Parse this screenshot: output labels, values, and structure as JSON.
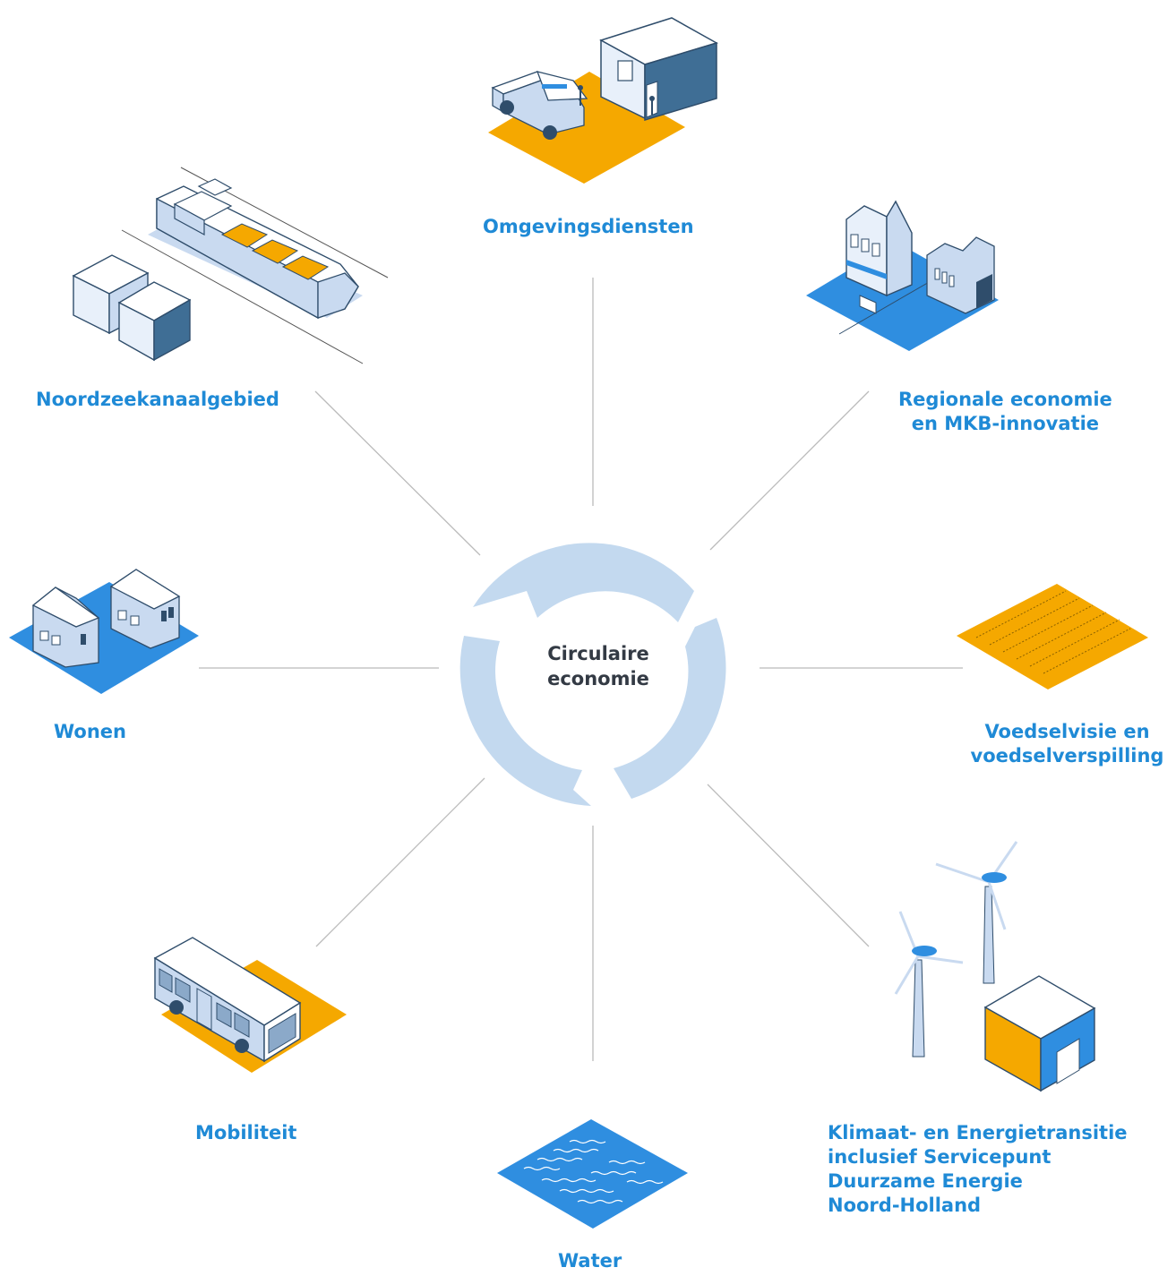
{
  "center": {
    "line1": "Circulaire",
    "line2": "economie"
  },
  "topics": {
    "omgevingsdiensten": {
      "label": "Omgevingsdiensten",
      "icon": "truck-building-icon"
    },
    "noordzeekanaalgebied": {
      "label": "Noordzeekanaalgebied",
      "icon": "ship-containers-icon"
    },
    "regionale": {
      "line1": "Regionale economie",
      "line2": "en MKB-innovatie",
      "icon": "canal-house-factory-icon"
    },
    "wonen": {
      "label": "Wonen",
      "icon": "houses-icon"
    },
    "voedsel": {
      "line1": "Voedselvisie en",
      "line2": "voedselverspilling",
      "icon": "crop-field-icon"
    },
    "mobiliteit": {
      "label": "Mobiliteit",
      "icon": "bus-icon"
    },
    "water": {
      "label": "Water",
      "icon": "water-waves-icon"
    },
    "klimaat": {
      "line1": "Klimaat- en Energietransitie",
      "line2": "inclusief Servicepunt",
      "line3": "Duurzame Energie",
      "line4": "Noord-Holland",
      "icon": "wind-turbines-icon"
    }
  },
  "colors": {
    "label_blue": "#1f8ad6",
    "ring": "#c3d9ef",
    "orange": "#f5a800",
    "blue": "#2f8ee0",
    "light_blue": "#c9daf0",
    "navy": "#2f4d6b",
    "line_gray": "#bbbbbb"
  }
}
